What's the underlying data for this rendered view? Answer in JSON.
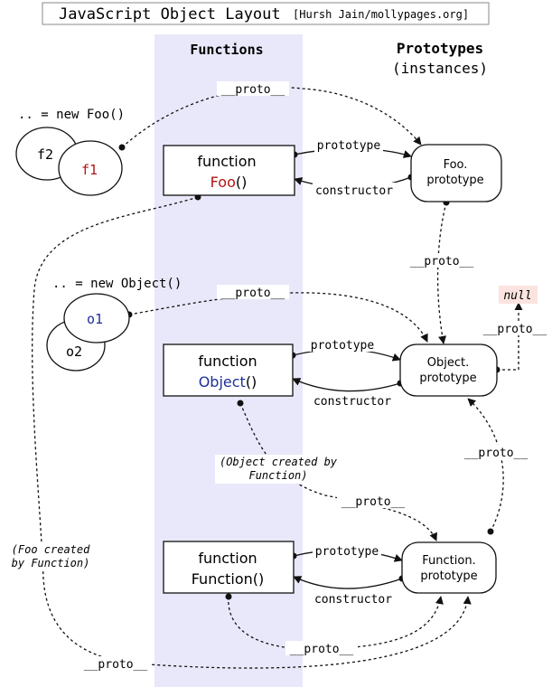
{
  "header": {
    "title": "JavaScript Object Layout",
    "credit": "[Hursh Jain/mollypages.org]"
  },
  "columns": {
    "functions": "Functions",
    "prototypes": "Prototypes",
    "prototypes_sub": "(instances)"
  },
  "labels": {
    "proto": "__proto__",
    "prototype": "prototype",
    "constructor": "constructor",
    "null": "null",
    "new_foo": ".. = new Foo()",
    "new_object": ".. = new Object()",
    "object_created_by_function_1": "(Object created by",
    "object_created_by_function_2": "Function)",
    "foo_created_by_function_1": "(Foo created",
    "foo_created_by_function_2": "by Function)"
  },
  "instances": {
    "f2": "f2",
    "f1": "f1",
    "o1": "o1",
    "o2": "o2"
  },
  "functions": {
    "foo": {
      "keyword": "function",
      "name": "Foo",
      "parens": "()"
    },
    "object": {
      "keyword": "function",
      "name": "Object",
      "parens": "()"
    },
    "function": {
      "keyword": "function",
      "name": "Function()"
    }
  },
  "prototypes": {
    "foo": {
      "line1": "Foo.",
      "line2": "prototype"
    },
    "object": {
      "line1": "Object.",
      "line2": "prototype"
    },
    "function": {
      "line1": "Function.",
      "line2": "prototype"
    }
  },
  "colors": {
    "column_band": "#e9e8fa",
    "foo_red": "#b01515",
    "object_blue": "#1e2f9a",
    "null_bg": "#fbe4df"
  }
}
